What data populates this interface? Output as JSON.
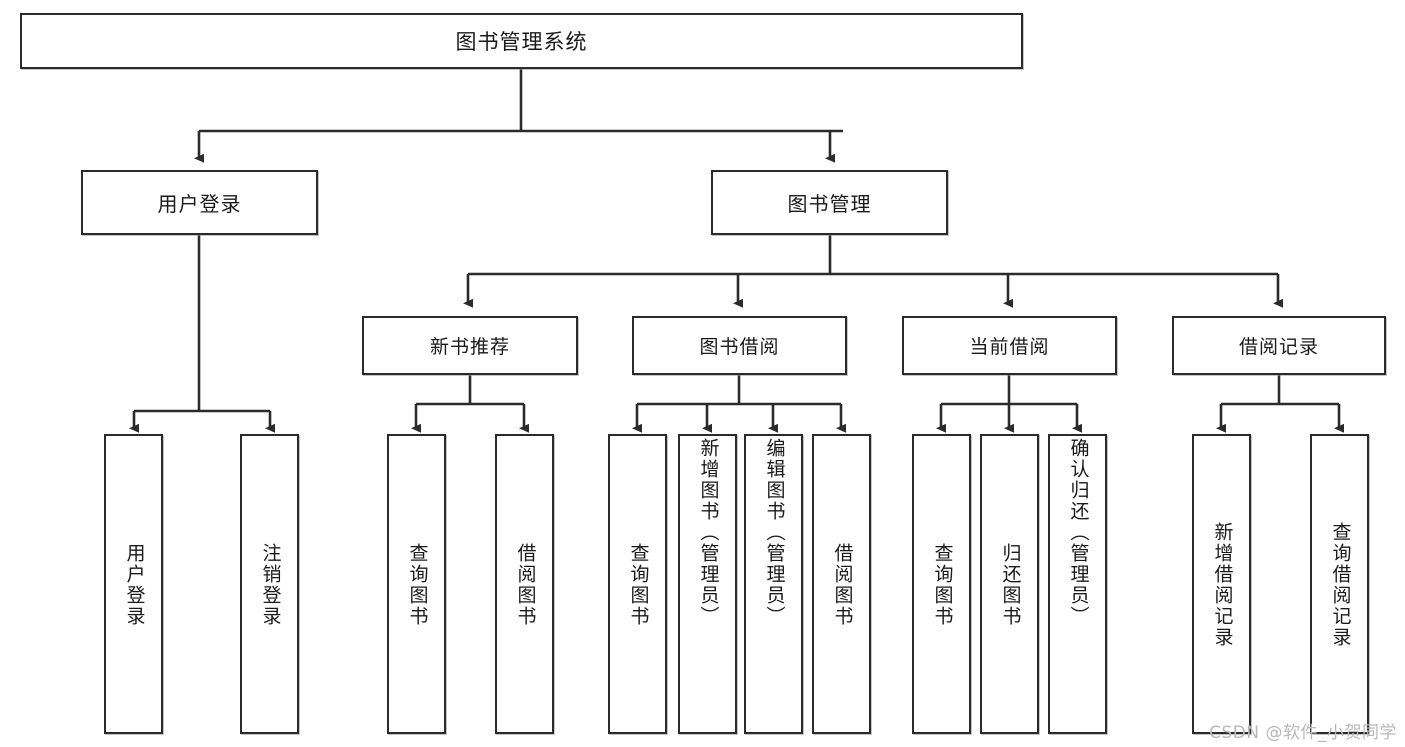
{
  "diagram": {
    "title": "图书管理系统",
    "watermark": "CSDN @软件_小贺同学",
    "line_color": "#2b2b2b",
    "box_fill": "#ffffff",
    "text_color": "#1a1a1a",
    "root": {
      "label": "图书管理系统"
    },
    "level2": [
      {
        "id": "user-login",
        "label": "用户登录"
      },
      {
        "id": "book-manage",
        "label": "图书管理"
      }
    ],
    "level3": [
      {
        "id": "new-book-recommend",
        "label": "新书推荐"
      },
      {
        "id": "book-borrow",
        "label": "图书借阅"
      },
      {
        "id": "current-borrow",
        "label": "当前借阅"
      },
      {
        "id": "borrow-record",
        "label": "借阅记录"
      }
    ],
    "leaves": {
      "user_login": [
        {
          "id": "leaf-user-login",
          "label": "用户登录"
        },
        {
          "id": "leaf-logout-login",
          "label": "注销登录"
        }
      ],
      "new_book_recommend": [
        {
          "id": "leaf-query-book-1",
          "label": "查询图书"
        },
        {
          "id": "leaf-borrow-book-1",
          "label": "借阅图书"
        }
      ],
      "book_borrow": [
        {
          "id": "leaf-query-book-2",
          "label": "查询图书"
        },
        {
          "id": "leaf-add-book",
          "label": "新增图书（管理员）"
        },
        {
          "id": "leaf-edit-book",
          "label": "编辑图书（管理员）"
        },
        {
          "id": "leaf-borrow-book-2",
          "label": "借阅图书"
        }
      ],
      "current_borrow": [
        {
          "id": "leaf-query-book-3",
          "label": "查询图书"
        },
        {
          "id": "leaf-return-book",
          "label": "归还图书"
        },
        {
          "id": "leaf-confirm-return",
          "label": "确认归还（管理员）"
        }
      ],
      "borrow_record": [
        {
          "id": "leaf-add-record",
          "label": "新增借阅记录"
        },
        {
          "id": "leaf-query-record",
          "label": "查询借阅记录"
        }
      ]
    }
  }
}
